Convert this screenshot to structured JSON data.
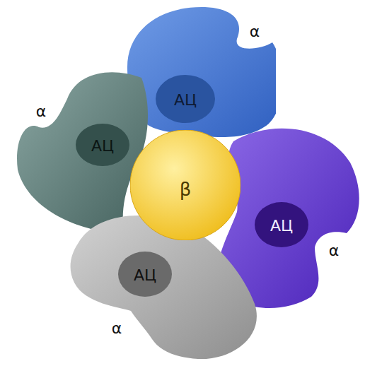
{
  "diagram": {
    "nodes": [
      {
        "text": [
          "α",
          "АЦ"
        ]
      },
      {
        "text": [
          "α",
          "АЦ"
        ]
      },
      {
        "text": [
          "β"
        ]
      },
      {
        "text": [
          "α",
          "АЦ"
        ]
      },
      {
        "text": [
          "α",
          "АЦ"
        ]
      }
    ]
  }
}
